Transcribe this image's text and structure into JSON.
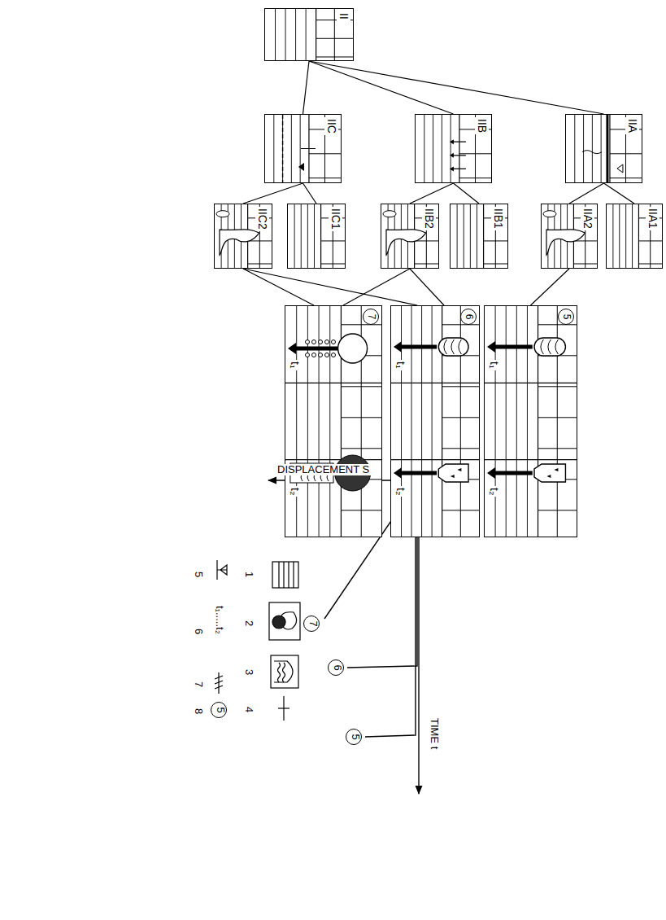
{
  "diagram": {
    "nodes": [
      {
        "text": [
          "II"
        ]
      },
      {
        "text": [
          "IIA"
        ]
      },
      {
        "text": [
          "IIB"
        ]
      },
      {
        "text": [
          "IIC"
        ]
      },
      {
        "text": [
          "IIA1"
        ]
      },
      {
        "text": [
          "IIA2"
        ]
      },
      {
        "text": [
          "IIB1"
        ]
      },
      {
        "text": [
          "IIB2"
        ]
      },
      {
        "text": [
          "IIC1"
        ]
      },
      {
        "text": [
          "IIC2"
        ]
      },
      {
        "text": [
          "5",
          "t₁",
          "t₂"
        ]
      },
      {
        "text": [
          "6",
          "t₁",
          "t₂"
        ]
      },
      {
        "text": [
          "7",
          "t₁",
          "t₂"
        ]
      }
    ],
    "edges": [
      {
        "from": 0,
        "to": 1,
        "arrow": "none"
      },
      {
        "from": 0,
        "to": 2,
        "arrow": "none"
      },
      {
        "from": 0,
        "to": 3,
        "arrow": "none"
      },
      {
        "from": 1,
        "to": 4,
        "arrow": "none"
      },
      {
        "from": 1,
        "to": 5,
        "arrow": "none"
      },
      {
        "from": 2,
        "to": 6,
        "arrow": "none"
      },
      {
        "from": 2,
        "to": 7,
        "arrow": "none"
      },
      {
        "from": 3,
        "to": 8,
        "arrow": "none"
      },
      {
        "from": 3,
        "to": 9,
        "arrow": "none"
      },
      {
        "from": 5,
        "to": 10,
        "arrow": "none"
      },
      {
        "from": 7,
        "to": 11,
        "arrow": "none"
      },
      {
        "from": 7,
        "to": 12,
        "arrow": "none"
      },
      {
        "from": 9,
        "to": 11,
        "arrow": "none"
      },
      {
        "from": 9,
        "to": 12,
        "arrow": "none"
      }
    ],
    "labels": [
      "DISPLACEMENT S",
      "TIME t",
      "6",
      "7",
      "5",
      "t₁.....t₂",
      "5"
    ],
    "legend": [
      {
        "text": "1"
      },
      {
        "text": "2"
      },
      {
        "text": "3"
      },
      {
        "text": "4"
      },
      {
        "text": "5"
      },
      {
        "text": "6"
      },
      {
        "text": "7"
      },
      {
        "text": "8"
      }
    ]
  }
}
